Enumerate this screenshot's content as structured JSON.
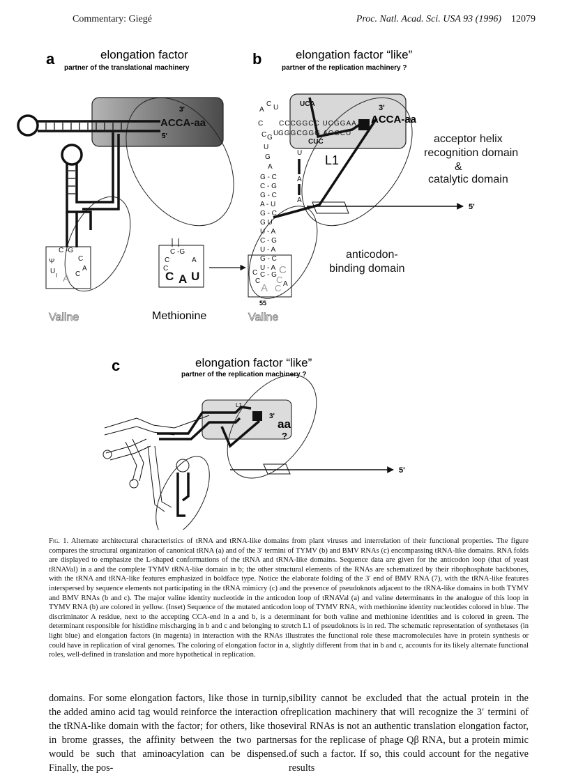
{
  "header": {
    "left": "Commentary: Giegé",
    "journal": "Proc. Natl. Acad. Sci. USA 93 (1996)",
    "page": "12079"
  },
  "panel_a": {
    "letter": "a",
    "title": "elongation factor",
    "subtitle": "partner of the translational machinery",
    "end3": "3'",
    "end5": "5'",
    "acceptor": "ACCA-aa",
    "amino_acid": "Valine",
    "loop_letters": [
      "C",
      "G",
      "Ψ",
      "C",
      "U",
      "A",
      "C",
      "A",
      "I"
    ]
  },
  "inset": {
    "loop_letters": [
      "C",
      "G",
      "C",
      "A",
      "C",
      "A",
      "U"
    ],
    "amino_acid": "Methionine"
  },
  "panel_b": {
    "letter": "b",
    "title": "elongation factor “like”",
    "subtitle": "partner of the replication machinery ?",
    "end3": "3'",
    "end5": "5'",
    "acceptor": "ACCA-aa",
    "loop_label": "L1",
    "number": "55",
    "domain1_line1": "acceptor helix",
    "domain1_line2": "recognition domain",
    "domain1_line3": "&",
    "domain1_line4": "catalytic domain",
    "domain2_line1": "anticodon-",
    "domain2_line2": "binding domain",
    "amino_acid": "Valine",
    "sequence_top": "CCCGGCC UCGGAA",
    "sequence_bottom": "GGGCGGG AGCCU",
    "sequence_loop": "CUC",
    "sequence_uca": "UCA"
  },
  "panel_c": {
    "letter": "c",
    "title": "elongation factor “like”",
    "subtitle": "partner of the replication machinery ?",
    "loop_label": "L1",
    "end3": "3'",
    "aa": "aa",
    "question": "?",
    "end5": "5'"
  },
  "caption": {
    "label": "Fig. 1.",
    "text": "Alternate architectural characteristics of tRNA and tRNA-like domains from plant viruses and interrelation of their functional properties. The figure compares the structural organization of canonical tRNA (a) and of the 3′ termini of TYMV (b) and BMV RNAs (c) encompassing tRNA-like domains. RNA folds are displayed to emphasize the L-shaped conformations of the tRNA and tRNA-like domains. Sequence data are given for the anticodon loop (that of yeast tRNAVal) in a and the complete TYMV tRNA-like domain in b; the other structural elements of the RNAs are schematized by their ribophosphate backbones, with the tRNA and tRNA-like features emphasized in boldface type. Notice the elaborate folding of the 3′ end of BMV RNA (7), with the tRNA-like features interspersed by sequence elements not participating in the tRNA mimicry (c) and the presence of pseudoknots adjacent to the tRNA-like domains in both TYMV and BMV RNAs (b and c). The major valine identity nucleotide in the anticodon loop of tRNAVal (a) and valine determinants in the analogue of this loop in TYMV RNA (b) are colored in yellow. (Inset) Sequence of the mutated anticodon loop of TYMV RNA, with methionine identity nucleotides colored in blue. The discriminator A residue, next to the accepting CCA-end in a and b, is a determinant for both valine and methionine identities and is colored in green. The determinant responsible for histidine mischarging in b and c and belonging to stretch L1 of pseudoknots is in red. The schematic representation of synthetases (in light blue) and elongation factors (in magenta) in interaction with the RNAs illustrates the functional role these macromolecules have in protein synthesis or could have in replication of viral genomes. The coloring of elongation factor in a, slightly different from that in b and c, accounts for its likely alternate functional roles, well-defined in translation and more hypothetical in replication."
  },
  "body": {
    "left": "domains. For some elongation factors, like those in turnip, the added amino acid tag would reinforce the interaction of the tRNA-like domain with the factor; for others, like those in brome grasses, the affinity between the two partners would be such that aminoacylation can be dispensed. Finally, the pos-",
    "right": "sibility cannot be excluded that the actual protein in the replication machinery that will recognize the 3′ termini of viral RNAs is not an authentic translation elongation factor, as for the replicase of phage Qβ RNA, but a protein mimic of such a factor. If so, this could account for the negative results"
  },
  "colors": {
    "synthetase_fill": "#dcdcdc",
    "factor_fill_dark": "#6e6e6e",
    "ink": "#111111"
  }
}
